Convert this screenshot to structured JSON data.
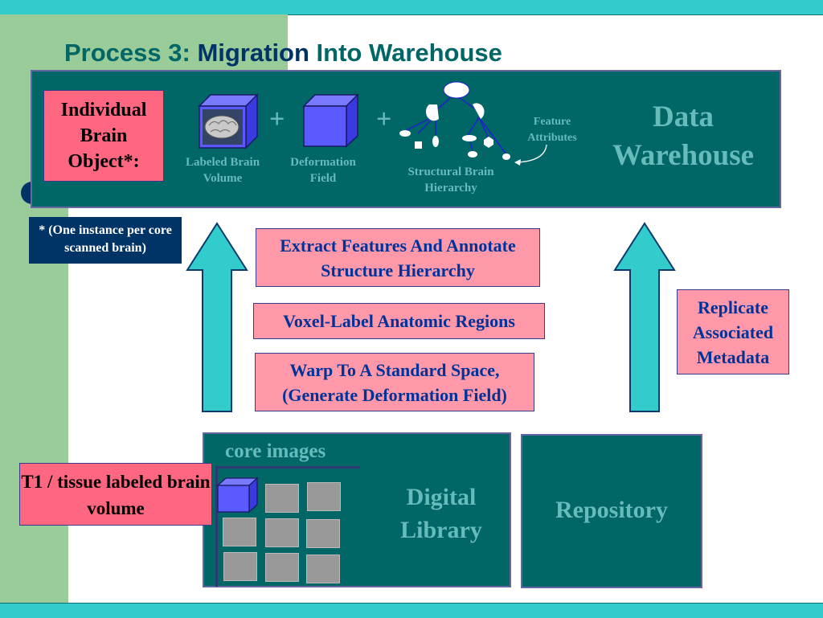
{
  "title": {
    "part1": "Process 3: ",
    "part2": "Migration",
    "part3": " Into Warehouse"
  },
  "warehouse": {
    "object_label": "Individual Brain Object*:",
    "items": {
      "labeled_volume": "Labeled Brain Volume",
      "deformation_field": "Deformation Field",
      "structural_hierarchy": "Structural Brain Hierarchy",
      "feature_attributes": "Feature Attributes"
    },
    "plus": "+",
    "title": "Data Warehouse"
  },
  "footnote": "* (One instance per core scanned brain)",
  "steps": {
    "extract": "Extract Features And Annotate Structure Hierarchy",
    "voxel": "Voxel-Label Anatomic Regions",
    "warp": "Warp To A Standard Space, (Generate Deformation Field)"
  },
  "replicate": "Replicate Associated Metadata",
  "core_images": "core images",
  "digital_library": "Digital Library",
  "t1_label": "T1 / tissue labeled brain volume",
  "repository": "Repository",
  "colors": {
    "teal_dark": "#006666",
    "teal_light": "#33cccc",
    "green": "#99cc99",
    "pink": "#ff99aa",
    "red": "#ff6680",
    "navy": "#003366",
    "cube": "#5a5aff"
  }
}
